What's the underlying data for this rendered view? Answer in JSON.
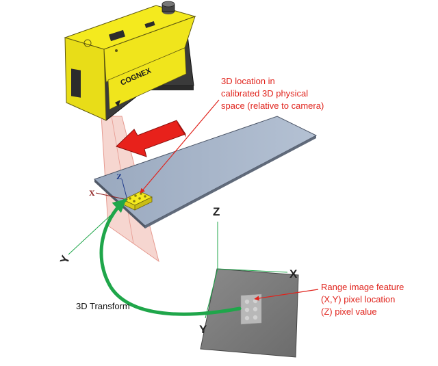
{
  "annotations": {
    "location": [
      "3D location in",
      "calibrated 3D physical",
      "space (relative to camera)"
    ],
    "range_feature": [
      "Range image feature",
      "(X,Y) pixel location",
      "(Z) pixel value"
    ],
    "transform": "3D Transform"
  },
  "camera": {
    "brand": "COGNEX"
  },
  "camera_axes": {
    "x": "X",
    "y": "Y",
    "z": "Z"
  },
  "image_axes": {
    "x": "X",
    "y": "Y",
    "z": "Z"
  },
  "colors": {
    "annotation": "#e0231c",
    "transform_arrow": "#1fa64a",
    "camera_body": "#f4ea1e",
    "camera_dark": "#3a3a3a",
    "conveyor": "#aab8cc",
    "laser_plane": "#f3c8c0",
    "range_image": "#7a7a7a"
  }
}
